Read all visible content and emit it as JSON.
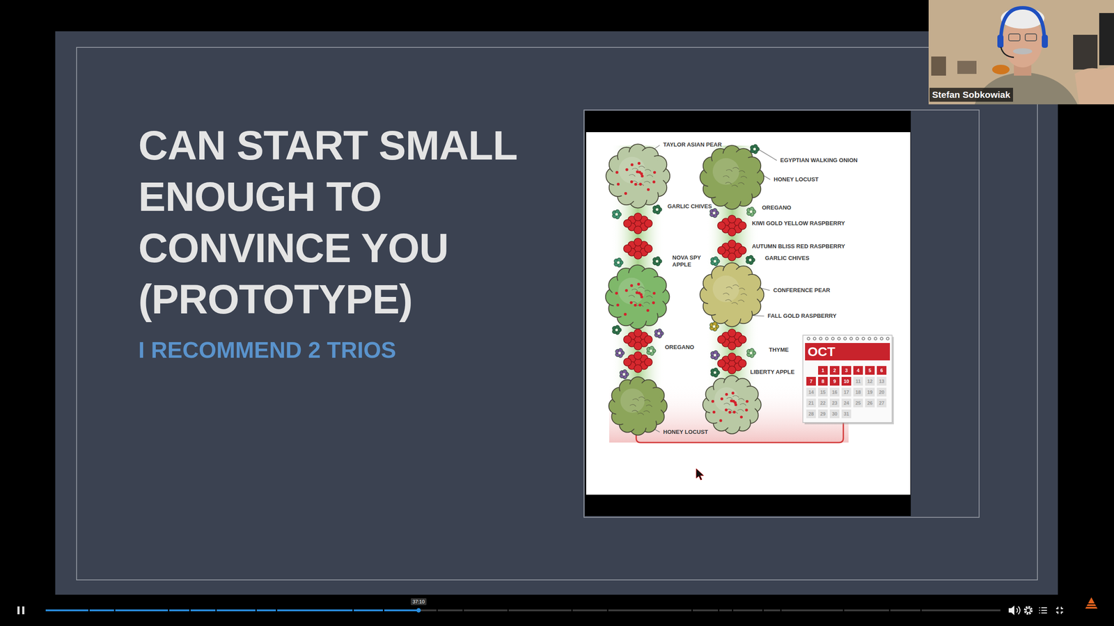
{
  "diagram": {
    "title": "CAN START SMALL ENOUGH TO CONVINCE YOU (PROTOTYPE)",
    "labels": [
      "I RECOMMEND 2 TRIOS",
      "TAYLOR ASIAN PEAR",
      "EGYPTIAN WALKING ONION",
      "HONEY LOCUST",
      "GARLIC CHIVES",
      "OREGANO",
      "KIWI GOLD YELLOW RASPBERRY",
      "AUTUMN BLISS RED RASPBERRY",
      "NOVA SPY APPLE",
      "GARLIC CHIVES",
      "CONFERENCE PEAR",
      "FALL GOLD RASPBERRY",
      "OREGANO",
      "THYME",
      "LIBERTY APPLE",
      "HONEY LOCUST",
      "OCT",
      "1",
      "2",
      "3",
      "4",
      "5",
      "6",
      "7",
      "8",
      "9",
      "10",
      "11",
      "12",
      "13",
      "14",
      "15",
      "16",
      "17",
      "18",
      "19",
      "20",
      "21",
      "22",
      "23",
      "24",
      "25",
      "26",
      "27",
      "28",
      "29",
      "30",
      "31",
      "37:10",
      "Stefan Sobkowiak"
    ]
  }
}
